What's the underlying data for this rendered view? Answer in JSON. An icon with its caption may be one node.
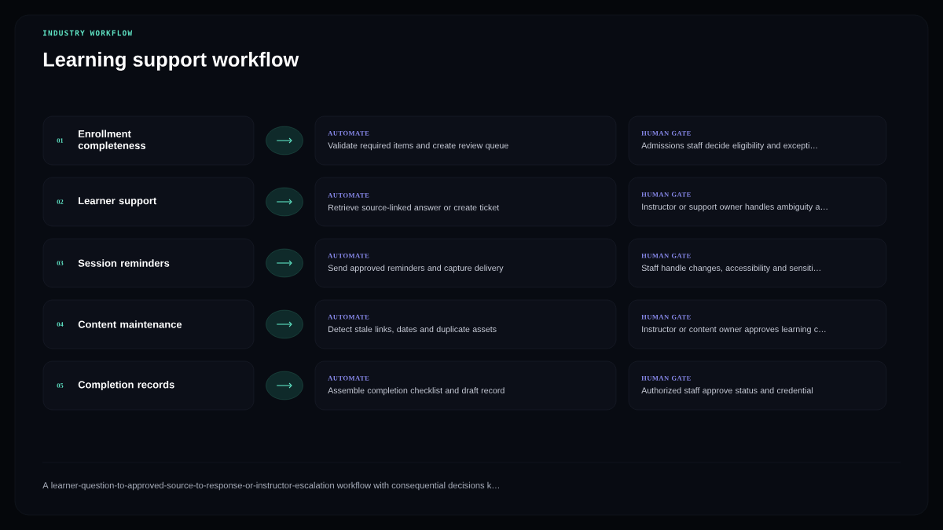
{
  "diagram": {
    "title": "Learning support workflow",
    "caption": "A learner-question-to-approved-source-to-response-or-instructor-escalation workflow with consequential decisions k…",
    "labels": [
      "INDUSTRY WORKFLOW"
    ],
    "nodes": [
      {
        "text": [
          "01",
          "Enrollment completeness"
        ]
      },
      {
        "text": [
          "AUTOMATE",
          "Validate required items and create review queue"
        ]
      },
      {
        "text": [
          "HUMAN GATE",
          "Admissions staff decide eligibility and excepti…"
        ]
      },
      {
        "text": [
          "02",
          "Learner support"
        ]
      },
      {
        "text": [
          "AUTOMATE",
          "Retrieve source-linked answer or create ticket"
        ]
      },
      {
        "text": [
          "HUMAN GATE",
          "Instructor or support owner handles ambiguity a…"
        ]
      },
      {
        "text": [
          "03",
          "Session reminders"
        ]
      },
      {
        "text": [
          "AUTOMATE",
          "Send approved reminders and capture delivery"
        ]
      },
      {
        "text": [
          "HUMAN GATE",
          "Staff handle changes, accessibility and sensiti…"
        ]
      },
      {
        "text": [
          "04",
          "Content maintenance"
        ]
      },
      {
        "text": [
          "AUTOMATE",
          "Detect stale links, dates and duplicate assets"
        ]
      },
      {
        "text": [
          "HUMAN GATE",
          "Instructor or content owner approves learning c…"
        ]
      },
      {
        "text": [
          "05",
          "Completion records"
        ]
      },
      {
        "text": [
          "AUTOMATE",
          "Assemble completion checklist and draft record"
        ]
      },
      {
        "text": [
          "HUMAN GATE",
          "Authorized staff approve status and credential"
        ]
      }
    ],
    "edges": [
      {
        "from": 0,
        "to": 1,
        "arrow": "to"
      },
      {
        "from": 3,
        "to": 4,
        "arrow": "to"
      },
      {
        "from": 6,
        "to": 7,
        "arrow": "to"
      },
      {
        "from": 9,
        "to": 10,
        "arrow": "to"
      },
      {
        "from": 12,
        "to": 13,
        "arrow": "to"
      }
    ]
  }
}
